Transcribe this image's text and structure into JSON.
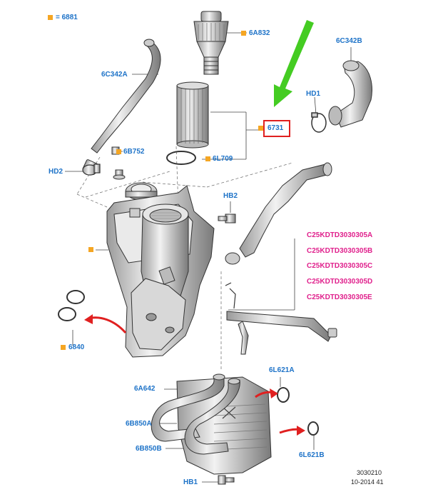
{
  "labels": {
    "ref_6881": "= 6881",
    "p6A832": "6A832",
    "p6C342B": "6C342B",
    "p6C342A": "6C342A",
    "hd1": "HD1",
    "p6731": "6731",
    "p6B752": "6B752",
    "p6L709": "6L709",
    "hd2": "HD2",
    "hb2": "HB2",
    "p6840": "6840",
    "p6A642": "6A642",
    "p6L621A": "6L621A",
    "p6B850A": "6B850A",
    "p6B850B": "6B850B",
    "p6L621B": "6L621B",
    "hb1": "HB1"
  },
  "codes": [
    "C25KDTD3030305A",
    "C25KDTD3030305B",
    "C25KDTD3030305C",
    "C25KDTD3030305D",
    "C25KDTD3030305E"
  ],
  "footer": {
    "ref": "3030210",
    "date": "10-2014 41"
  },
  "colors": {
    "label_blue": "#1e73c8",
    "code_magenta": "#e0208c",
    "marker_orange": "#f5a623",
    "highlight_red": "#e02020",
    "arrow_green": "#44cc22"
  }
}
